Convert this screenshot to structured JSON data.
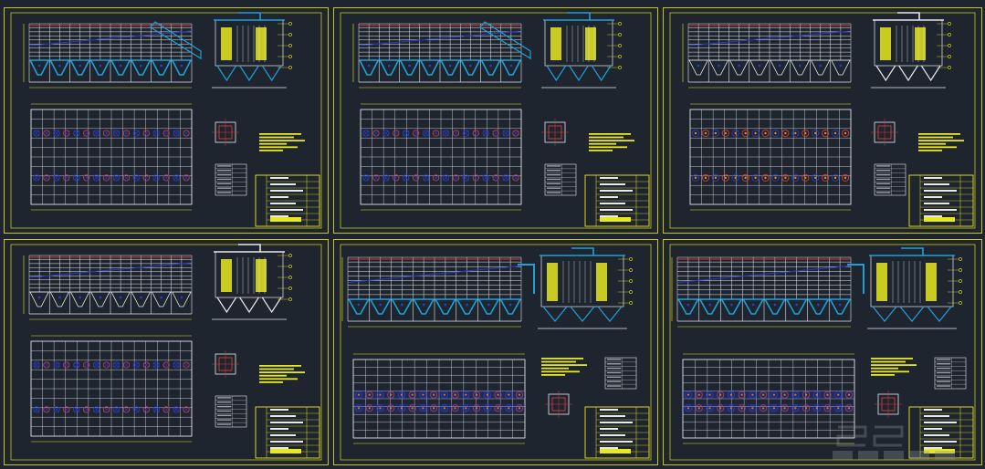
{
  "canvas": {
    "background": "#1f252e"
  },
  "palette": {
    "frame": "#c8c814",
    "white": "#e6e8ee",
    "cyan": "#1ea0d8",
    "yellow": "#e8e820",
    "blue": "#2a3cc8",
    "red": "#d23c3c",
    "orange": "#e08a28",
    "grey": "#9aa0aa"
  },
  "sheets": [
    {
      "id": "sheet-1",
      "style": "cyan",
      "bays": 8,
      "plan_style": "fan"
    },
    {
      "id": "sheet-2",
      "style": "cyan",
      "bays": 8,
      "plan_style": "fan"
    },
    {
      "id": "sheet-3",
      "style": "red",
      "bays": 8,
      "plan_style": "circle"
    },
    {
      "id": "sheet-4",
      "style": "white",
      "bays": 8,
      "plan_style": "fan"
    },
    {
      "id": "sheet-5",
      "style": "cyan-wide",
      "bays": 8,
      "plan_style": "circle-dense"
    },
    {
      "id": "sheet-6",
      "style": "cyan-wide",
      "bays": 8,
      "plan_style": "circle-dense"
    }
  ],
  "watermark": {
    "mark": "logo"
  }
}
